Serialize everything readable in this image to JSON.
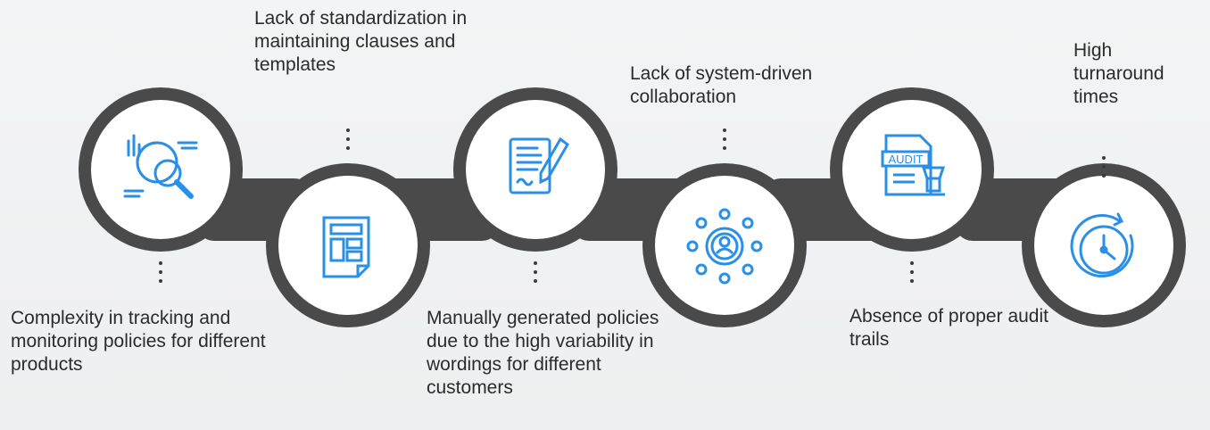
{
  "steps": [
    {
      "label": "Complexity in tracking and monitoring policies for different products",
      "icon": "data-analysis-magnifier-icon"
    },
    {
      "label": "Lack of standardization in maintaining clauses and templates",
      "icon": "document-layout-template-icon"
    },
    {
      "label": "Manually generated policies due to the high variability in wordings for different customers",
      "icon": "document-pen-signing-icon"
    },
    {
      "label": "Lack of system-driven collaboration",
      "icon": "user-network-collaboration-icon"
    },
    {
      "label": "Absence of proper audit trails",
      "icon": "audit-document-gavel-icon"
    },
    {
      "label": "High turnaround times",
      "icon": "stopwatch-timer-icon"
    }
  ],
  "icon_texts": {
    "audit": "AUDIT"
  },
  "colors": {
    "accent": "#2a8fe6",
    "ring": "#4a4a4a",
    "text": "#2b2b2b",
    "background": "#f1f2f3"
  }
}
